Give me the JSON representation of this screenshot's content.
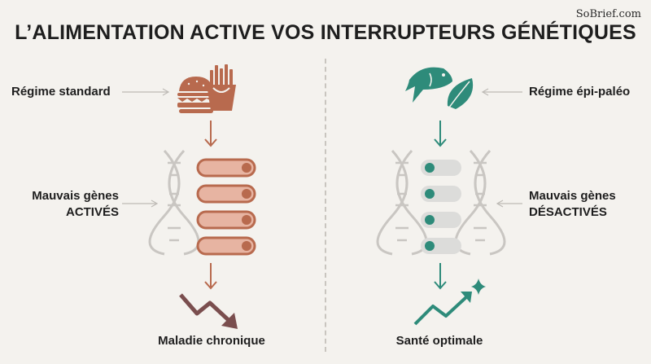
{
  "title": "L’ALIMENTATION ACTIVE VOS INTERRUPTEURS GÉNÉTIQUES",
  "watermark": "SoBrief.com",
  "left": {
    "diet_label": "Régime standard",
    "genes_label_line1": "Mauvais gènes",
    "genes_label_line2": "ACTIVÉS",
    "outcome": "Maladie chronique",
    "icon": "burger-fries-icon"
  },
  "right": {
    "diet_label": "Régime épi-paléo",
    "genes_label_line1": "Mauvais gènes",
    "genes_label_line2": "DÉSACTIVÉS",
    "outcome": "Santé optimale",
    "icon": "fish-leaf-icon"
  },
  "colors": {
    "left_accent": "#b86a4e",
    "left_switch_fill": "#e7b4a2",
    "right_accent": "#2e8b7a",
    "switch_off": "#dcdcda",
    "dna": "#c9c6c2",
    "connector": "#bdbab5",
    "down_arrow": "#7a4e4e"
  }
}
